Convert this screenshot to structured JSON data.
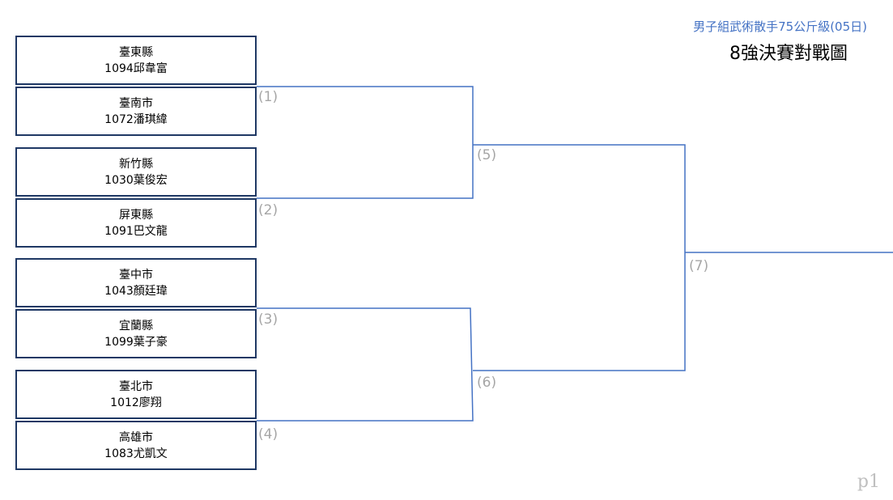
{
  "header": {
    "subtitle": "男子組武術散手75公斤級(05日)",
    "title": "8強決賽對戰圖"
  },
  "entries": [
    {
      "county": "臺東縣",
      "player": "1094邱韋富"
    },
    {
      "county": "臺南市",
      "player": "1072潘琪緯"
    },
    {
      "county": "新竹縣",
      "player": "1030葉俊宏"
    },
    {
      "county": "屏東縣",
      "player": "1091巴文龍"
    },
    {
      "county": "臺中市",
      "player": "1043顏廷瑋"
    },
    {
      "county": "宜蘭縣",
      "player": "1099葉子豪"
    },
    {
      "county": "臺北市",
      "player": "1012廖翔"
    },
    {
      "county": "高雄市",
      "player": "1083尤凱文"
    }
  ],
  "matches": [
    "(1)",
    "(2)",
    "(3)",
    "(4)",
    "(5)",
    "(6)",
    "(7)"
  ],
  "colors": {
    "entry_border": "#1f3864",
    "bracket_line": "#4472c4",
    "subtitle": "#4472c4",
    "match_label": "#a6a6a6"
  },
  "page_number": "p1"
}
